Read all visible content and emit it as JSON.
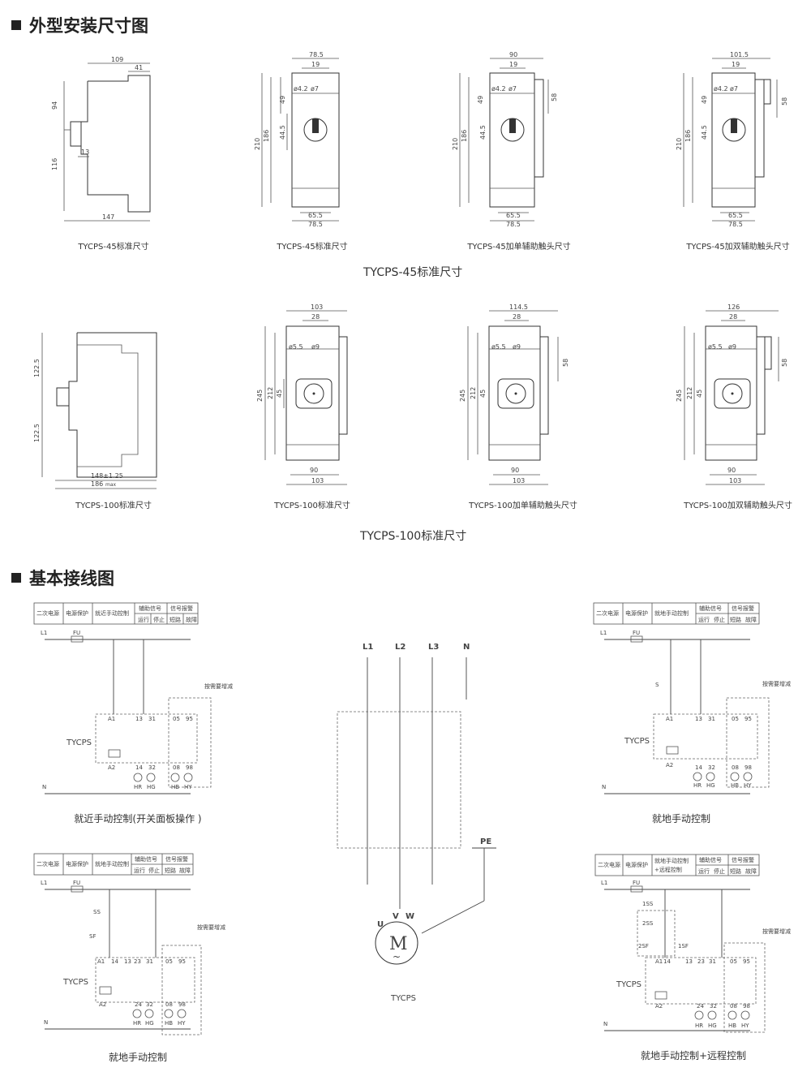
{
  "sections": {
    "dimensions_title": "外型安装尺寸图",
    "wiring_title": "基本接线图"
  },
  "row1": {
    "subtitle": "TYCPS-45标准尺寸",
    "captions": [
      "TYCPS-45标准尺寸",
      "TYCPS-45标准尺寸",
      "TYCPS-45加单辅助触头尺寸",
      "TYCPS-45加双辅助触头尺寸"
    ],
    "side_dims": {
      "w_top": "109",
      "w_small": "41",
      "h_top": "94",
      "h_bottom": "116",
      "w_bottom": "147",
      "w_mid": "13"
    },
    "front_dims": [
      {
        "top": "78.5",
        "inner": "19",
        "h_total": "210",
        "h_mid": "186",
        "h_a": "49",
        "h_b": "44.5",
        "b1": "65.5",
        "b2": "78.5",
        "holes": "ø4.2",
        "holes2": "ø7"
      },
      {
        "top": "90",
        "inner": "19",
        "h_total": "210",
        "h_mid": "186",
        "h_a": "49",
        "h_b": "44.5",
        "b1": "65.5",
        "b2": "78.5",
        "holes": "ø4.2",
        "holes2": "ø7",
        "aux": "58"
      },
      {
        "top": "101.5",
        "inner": "19",
        "h_total": "210",
        "h_mid": "186",
        "h_a": "49",
        "h_b": "44.5",
        "b1": "65.5",
        "b2": "78.5",
        "holes": "ø4.2",
        "holes2": "ø7",
        "aux": "58"
      }
    ]
  },
  "row2": {
    "subtitle": "TYCPS-100标准尺寸",
    "captions": [
      "TYCPS-100标准尺寸",
      "TYCPS-100标准尺寸",
      "TYCPS-100加单辅助触头尺寸",
      "TYCPS-100加双辅助触头尺寸"
    ],
    "side_dims": {
      "h_top": "122.5",
      "h_bottom": "122.5",
      "w_a": "148±1.25",
      "w_b": "186",
      "w_b_suffix": "max"
    },
    "front_dims": [
      {
        "top": "103",
        "inner": "28",
        "h_total": "245",
        "h_mid": "212",
        "h_a": "45",
        "b1": "90",
        "b2": "103",
        "holes": "ø5.5",
        "holes2": "ø9"
      },
      {
        "top": "114.5",
        "inner": "28",
        "h_total": "245",
        "h_mid": "212",
        "h_a": "45",
        "b1": "90",
        "b2": "103",
        "holes": "ø5.5",
        "holes2": "ø9",
        "aux": "58"
      },
      {
        "top": "126",
        "inner": "28",
        "h_total": "245",
        "h_mid": "212",
        "h_a": "45",
        "b1": "90",
        "b2": "103",
        "holes": "ø5.5",
        "holes2": "ø9",
        "aux": "58"
      }
    ]
  },
  "wiring": {
    "table_header": [
      "二次电源",
      "电源保护",
      "就近手动控制",
      "辅助信号",
      "信号报警"
    ],
    "table_sub": [
      "运行",
      "停止",
      "短路",
      "故障"
    ],
    "table_header_local": [
      "二次电源",
      "电源保护",
      "就地手动控制",
      "辅助信号",
      "信号报警"
    ],
    "table_header_remote": [
      "二次电源",
      "电源保护",
      "就地手动控制",
      "+远程控制",
      "辅助信号",
      "信号报警"
    ],
    "labels": {
      "L1": "L1",
      "N": "N",
      "FU": "FU",
      "device": "TYCPS",
      "optional": "按需要增减",
      "S": "S",
      "SS": "SS",
      "SF": "SF",
      "1SS": "1SS",
      "2SS": "2SS",
      "2SF": "2SF",
      "1SF": "1SF",
      "A1": "A1",
      "A2": "A2",
      "terms_top": [
        "13",
        "31",
        "05",
        "95"
      ],
      "terms_bot": [
        "14",
        "32",
        "08",
        "98"
      ],
      "lamps": [
        "HR",
        "HG",
        "HB",
        "HY"
      ],
      "terms_top_local": [
        "A1",
        "14",
        "13",
        "23",
        "31",
        "05",
        "95"
      ],
      "terms_bot_local": [
        "24",
        "32",
        "08",
        "98"
      ]
    },
    "captions": [
      "就近手动控制(开关面板操作 )",
      "就地手动控制",
      "就地手动控制",
      "就地手动控制+远程控制"
    ],
    "main_circuit": {
      "phases": [
        "L1",
        "L2",
        "L3",
        "N"
      ],
      "pe": "PE",
      "motor": "M",
      "motor_tilde": "~",
      "uvw": [
        "U",
        "V",
        "W"
      ],
      "caption": "TYCPS"
    }
  }
}
